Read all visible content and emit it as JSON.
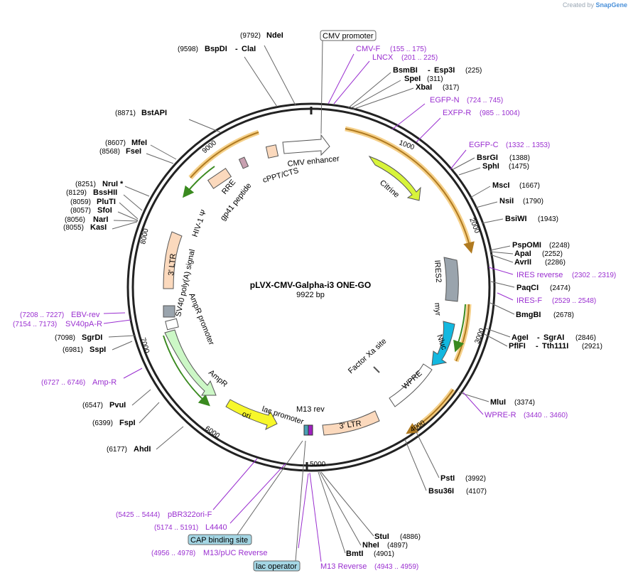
{
  "credit": {
    "prefix": "Created by",
    "brand": "SnapGene"
  },
  "plasmid": {
    "name": "pLVX-CMV-Galpha-i3 ONE-GO",
    "size": "9922 bp"
  },
  "colors": {
    "primer": "#9a2fd0",
    "backbone": "#222222",
    "orf": "#d9a14a",
    "line": "#666666"
  },
  "ring_ticks": [
    "1000",
    "2000",
    "3000",
    "4000",
    "5000",
    "6000",
    "7000",
    "8000",
    "9000"
  ],
  "enzymes": [
    {
      "pos": "(9792)",
      "name": "NdeI"
    },
    {
      "pos": "(9598)",
      "name": "BspDI",
      "name2": "ClaI"
    },
    {
      "pos": "(8871)",
      "name": "BstAPI"
    },
    {
      "pos": "(8607)",
      "name": "MfeI"
    },
    {
      "pos": "(8568)",
      "name": "FseI"
    },
    {
      "pos": "(8251)",
      "name": "NruI *"
    },
    {
      "pos": "(8129)",
      "name": "BssHII"
    },
    {
      "pos": "(8059)",
      "name": "PluTI"
    },
    {
      "pos": "(8057)",
      "name": "SfoI"
    },
    {
      "pos": "(8056)",
      "name": "NarI"
    },
    {
      "pos": "(8055)",
      "name": "KasI"
    },
    {
      "pos": "(7098)",
      "name": "SgrDI"
    },
    {
      "pos": "(6981)",
      "name": "SspI"
    },
    {
      "pos": "(6547)",
      "name": "PvuI"
    },
    {
      "pos": "(6399)",
      "name": "FspI"
    },
    {
      "pos": "(6177)",
      "name": "AhdI"
    },
    {
      "name": "BsmBI",
      "name2": "Esp3I",
      "pos": "(225)"
    },
    {
      "name": "SpeI",
      "pos": "(311)"
    },
    {
      "name": "XbaI",
      "pos": "(317)"
    },
    {
      "name": "BsrGI",
      "pos": "(1388)"
    },
    {
      "name": "SphI",
      "pos": "(1475)"
    },
    {
      "name": "MscI",
      "pos": "(1667)"
    },
    {
      "name": "NsiI",
      "pos": "(1790)"
    },
    {
      "name": "BsiWI",
      "pos": "(1943)"
    },
    {
      "name": "PspOMI",
      "pos": "(2248)"
    },
    {
      "name": "ApaI",
      "pos": "(2252)"
    },
    {
      "name": "AvrII",
      "pos": "(2286)"
    },
    {
      "name": "PaqCI",
      "pos": "(2474)"
    },
    {
      "name": "BmgBI",
      "pos": "(2678)"
    },
    {
      "name": "AgeI",
      "name2": "SgrAI",
      "pos": "(2846)"
    },
    {
      "name": "PflFI",
      "name2": "Tth111I",
      "pos": "(2921)"
    },
    {
      "name": "MluI",
      "pos": "(3374)"
    },
    {
      "name": "PstI",
      "pos": "(3992)"
    },
    {
      "name": "Bsu36I",
      "pos": "(4107)"
    },
    {
      "name": "StuI",
      "pos": "(4886)"
    },
    {
      "name": "NheI",
      "pos": "(4897)"
    },
    {
      "name": "BmtI",
      "pos": "(4901)"
    }
  ],
  "primers": [
    {
      "name": "CMV-F",
      "pos": "(155 .. 175)"
    },
    {
      "name": "LNCX",
      "pos": "(201 .. 225)"
    },
    {
      "name": "EGFP-N",
      "pos": "(724 .. 745)"
    },
    {
      "name": "EXFP-R",
      "pos": "(985 .. 1004)"
    },
    {
      "name": "EGFP-C",
      "pos": "(1332 .. 1353)"
    },
    {
      "name": "IRES reverse",
      "pos": "(2302 .. 2319)"
    },
    {
      "name": "IRES-F",
      "pos": "(2529 .. 2548)"
    },
    {
      "name": "WPRE-R",
      "pos": "(3440 .. 3460)"
    },
    {
      "name": "M13 Reverse",
      "pos": "(4943 .. 4959)"
    },
    {
      "name": "M13/pUC Reverse",
      "pos": "(4956 .. 4978)"
    },
    {
      "name": "L4440",
      "pos": "(5174 .. 5191)"
    },
    {
      "name": "pBR322ori-F",
      "pos": "(5425 .. 5444)"
    },
    {
      "name": "Amp-R",
      "pos": "(6727 .. 6746)"
    },
    {
      "name": "SV40pA-R",
      "pos": "(7154 .. 7173)"
    },
    {
      "name": "EBV-rev",
      "pos": "(7208 .. 7227)"
    }
  ],
  "boxed_labels": [
    "CMV promoter",
    "CAP binding site",
    "lac operator"
  ],
  "features": [
    "CMV enhancer",
    "cPPT/CTS",
    "Citrine",
    "IRES2",
    "myr",
    "Nluc",
    "WPRE",
    "Factor Xa site",
    "3' LTR",
    "M13 rev",
    "lac promoter",
    "ori",
    "AmpR",
    "AmpR promoter",
    "SV40 poly(A) signal",
    "3' LTR",
    "HIV-1 Ψ",
    "RRE",
    "gp41 peptide"
  ]
}
